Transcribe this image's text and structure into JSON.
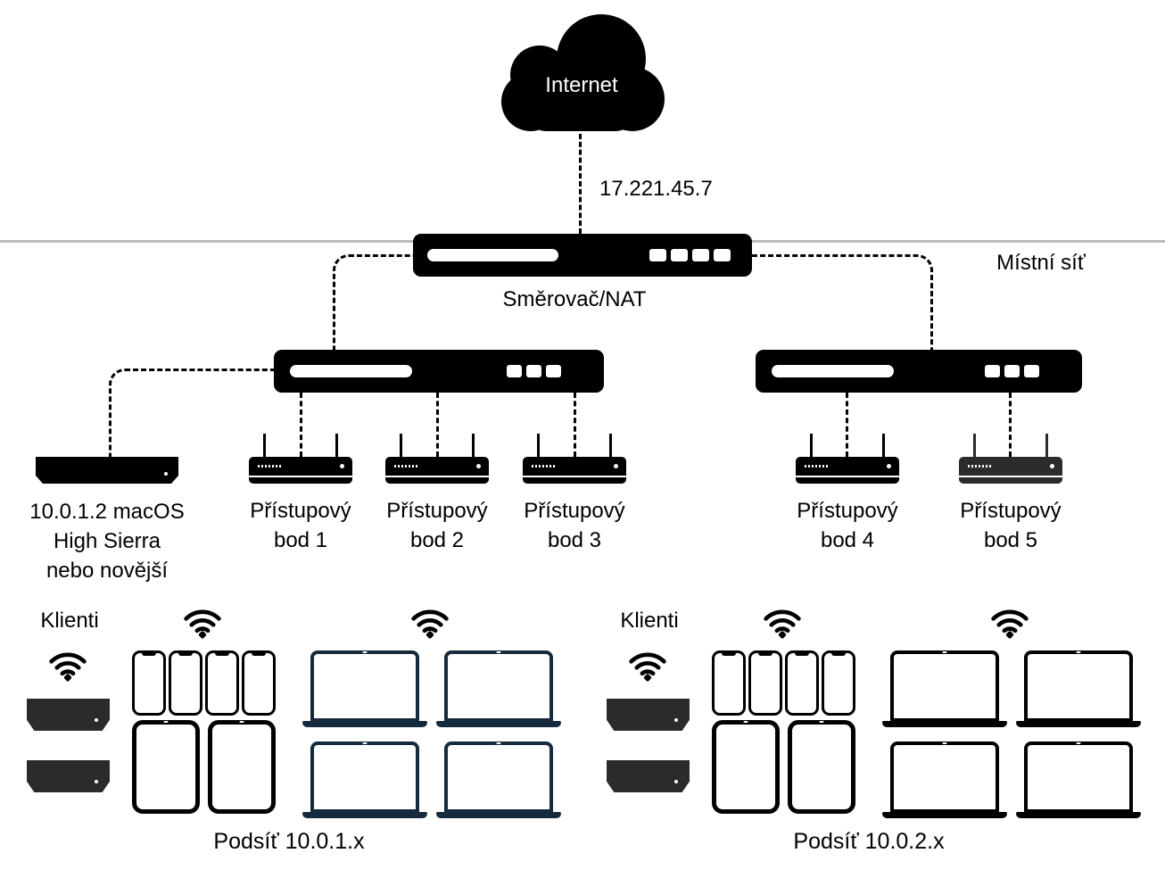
{
  "colors": {
    "device_black": "#000000",
    "device_charcoal": "#2b2b2b",
    "laptop_navy": "#152a3c",
    "lan_line_gray": "#bbbbbb",
    "label_text": "#000000",
    "cloud_text": "#ffffff"
  },
  "internet": {
    "label": "Internet"
  },
  "wan_ip_label": "17.221.45.7",
  "lan": {
    "label": "Místní síť"
  },
  "router": {
    "label": "Směrovač/NAT"
  },
  "server": {
    "label_lines": [
      "10.0.1.2 macOS",
      "High Sierra",
      "nebo novější"
    ]
  },
  "access_points": [
    {
      "label_line1": "Přístupový",
      "label_line2": "bod 1"
    },
    {
      "label_line1": "Přístupový",
      "label_line2": "bod 2"
    },
    {
      "label_line1": "Přístupový",
      "label_line2": "bod 3"
    },
    {
      "label_line1": "Přístupový",
      "label_line2": "bod 4"
    },
    {
      "label_line1": "Přístupový",
      "label_line2": "bod 5"
    }
  ],
  "subnets": [
    {
      "clients_label": "Klienti",
      "label": "Podsíť 10.0.1.x",
      "devices": {
        "set_top_boxes": 2,
        "phones": 4,
        "tablets": 2,
        "laptops": 4
      }
    },
    {
      "clients_label": "Klienti",
      "label": "Podsíť 10.0.2.x",
      "devices": {
        "set_top_boxes": 2,
        "phones": 4,
        "tablets": 2,
        "laptops": 4
      }
    }
  ]
}
